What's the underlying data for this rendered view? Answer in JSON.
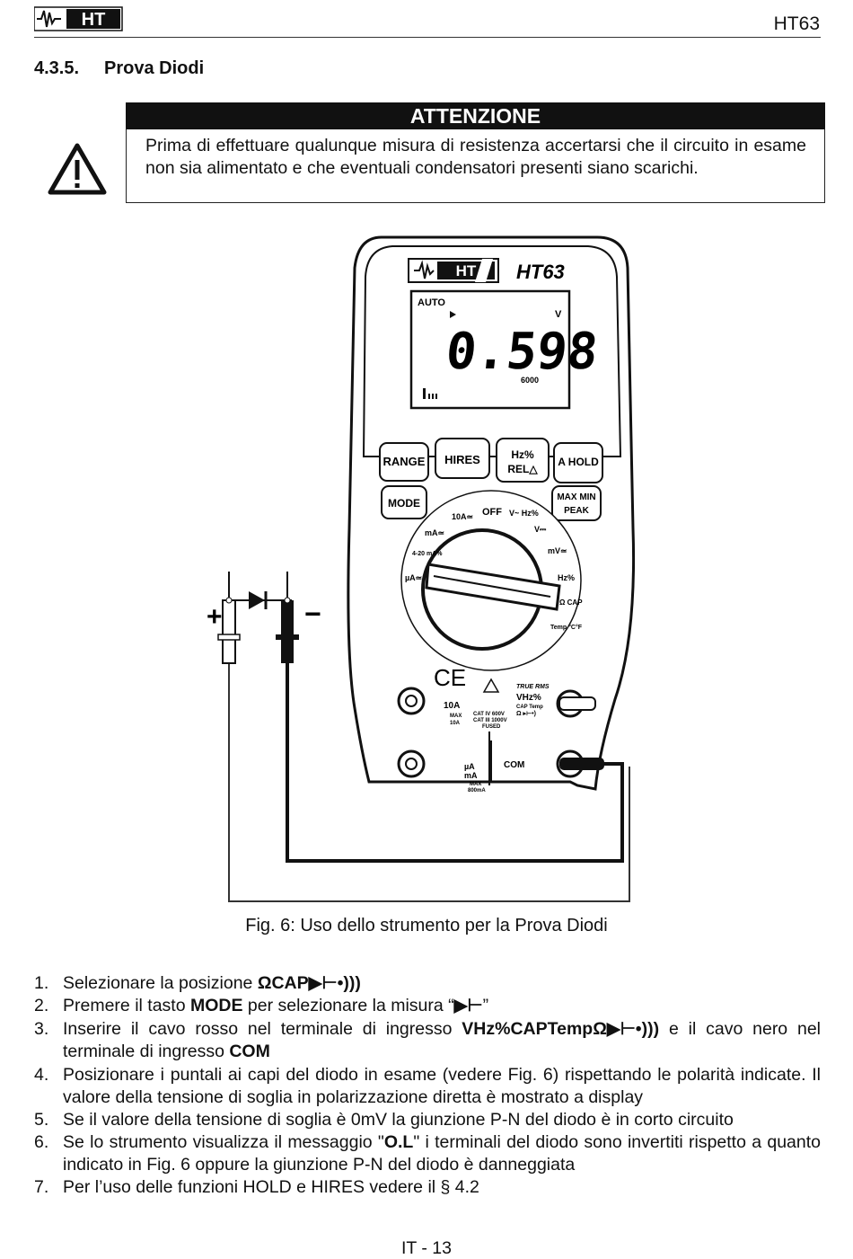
{
  "header": {
    "brand": "HT",
    "model": "HT63"
  },
  "section": {
    "number": "4.3.5.",
    "title": "Prova Diodi"
  },
  "warning": {
    "title": "ATTENZIONE",
    "text": "Prima di effettuare qualunque misura di resistenza accertarsi che il circuito in esame non sia alimentato e che eventuali condensatori presenti siano scarichi."
  },
  "figure": {
    "brand": "HT",
    "model": "HT63",
    "display": {
      "auto": "AUTO",
      "reading": "0.598",
      "unit": "V",
      "count": "6000"
    },
    "buttons": [
      "RANGE",
      "HIRES",
      "Hz% REL△",
      "A HOLD",
      "MODE",
      "MAX MIN PEAK"
    ],
    "dial_labels": [
      "OFF",
      "10A≃",
      "V~ Hz%",
      "V⎓",
      "mA≃",
      "4-20 mA%",
      "mV≃",
      "µA≃",
      "Hz%",
      "Ω CAP",
      "Temp °C°F"
    ],
    "jack_labels": [
      "10A MAX 10A",
      "CAT IV 600V CAT III 1000V FUSED",
      "TRUE RMS VHz% CAP Temp Ω",
      "µA mA MAX 800mA",
      "COM"
    ],
    "plus": "+",
    "minus": "−",
    "caption": "Fig. 6: Uso dello strumento per la Prova Diodi"
  },
  "steps": [
    {
      "num": "1.",
      "a": "Selezionare la posizione ",
      "b": "ΩCAP",
      "c": ""
    },
    {
      "num": "2.",
      "a": "Premere il tasto ",
      "b": "MODE",
      "c": " per selezionare la misura “",
      "d": "”"
    },
    {
      "num": "3.",
      "a": "Inserire il cavo rosso nel terminale di ingresso ",
      "b": "VHz%CAPTempΩ",
      "c": " e il cavo nero nel terminale di ingresso ",
      "d": "COM"
    },
    {
      "num": "4.",
      "a": "Posizionare i puntali ai capi del diodo in esame (vedere Fig. 6) rispettando le polarità indicate. Il valore della tensione di soglia in polarizzazione diretta è mostrato a display"
    },
    {
      "num": "5.",
      "a": "Se il valore della tensione di soglia è 0mV la giunzione P-N del diodo è in corto circuito"
    },
    {
      "num": "6.",
      "a": "Se lo strumento visualizza il messaggio \"",
      "b": "O.L",
      "c": "\" i terminali del diodo sono invertiti rispetto a quanto indicato in Fig. 6 oppure la giunzione P-N del diodo è danneggiata"
    },
    {
      "num": "7.",
      "a": "Per l’uso delle funzioni HOLD e HIRES vedere il § 4.2"
    }
  ],
  "footer": {
    "page": "IT - 13"
  }
}
